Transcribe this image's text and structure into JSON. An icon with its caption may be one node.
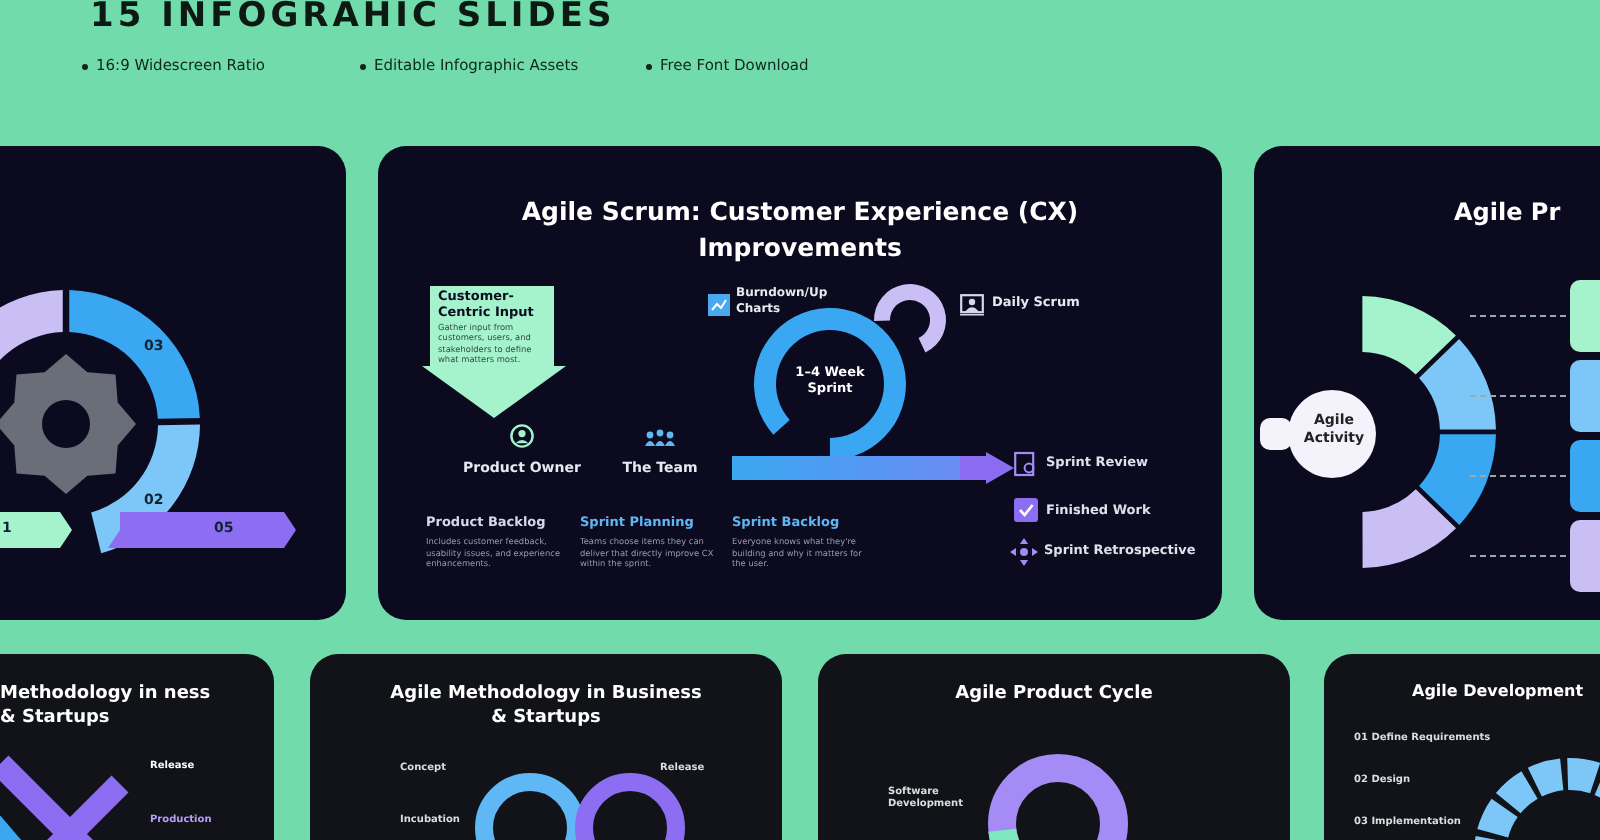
{
  "diagram": {
    "title": "15 INFOGRAHIC SLIDES",
    "nodes": [
      {
        "text": [
          "Agile Scrum: Customer Experience (CX) Improvements"
        ]
      },
      {
        "text": [
          "Customer-Centric Input",
          "Gather input from customers, users, and stakeholders to define what matters most."
        ],
        "in": 0
      },
      {
        "text": [
          "Product Owner"
        ],
        "in": 0
      },
      {
        "text": [
          "The Team"
        ],
        "in": 0
      },
      {
        "text": [
          "Burndown/Up Charts"
        ],
        "in": 0
      },
      {
        "text": [
          "Daily Scrum"
        ],
        "in": 0
      },
      {
        "text": [
          "1–4 Week Sprint"
        ],
        "in": 0
      },
      {
        "text": [
          "Sprint Review"
        ],
        "in": 0
      },
      {
        "text": [
          "Finished Work"
        ],
        "in": 0
      },
      {
        "text": [
          "Sprint Retrospective"
        ],
        "in": 0
      },
      {
        "text": [
          "Product Backlog",
          "Includes customer feedback, usability issues, and experience enhancements."
        ],
        "in": 0
      },
      {
        "text": [
          "Sprint Planning",
          "Teams choose items they can deliver that directly improve CX within the sprint."
        ],
        "in": 0
      },
      {
        "text": [
          "Sprint Backlog",
          "Everyone knows what they're building and why it matters for the user."
        ],
        "in": 0
      },
      {
        "text": [],
        "shape": "box"
      },
      {
        "text": [
          "Agile Pr"
        ]
      },
      {
        "text": [
          "Agile Activity"
        ],
        "in": 14
      },
      {
        "text": [
          "Methodology in ness & Startups"
        ]
      },
      {
        "text": [
          "Agile Methodology in Business & Startups"
        ]
      },
      {
        "text": [
          "Agile Product Cycle"
        ]
      },
      {
        "text": [
          "Agile Development"
        ]
      }
    ],
    "edges": [
      {
        "from": 6,
        "to": 7,
        "arrow": "to",
        "color": "#8b6cf0"
      }
    ],
    "labels": [
      "16:9 Widescreen Ratio",
      "Editable Infographic Assets",
      "Free Font Download",
      "03",
      "02",
      "1",
      "05",
      "Release",
      "Production",
      "Concept",
      "Incubation",
      "Release",
      "Software Development",
      "01 Define Requirements",
      "02 Design",
      "03 Implementation"
    ]
  }
}
